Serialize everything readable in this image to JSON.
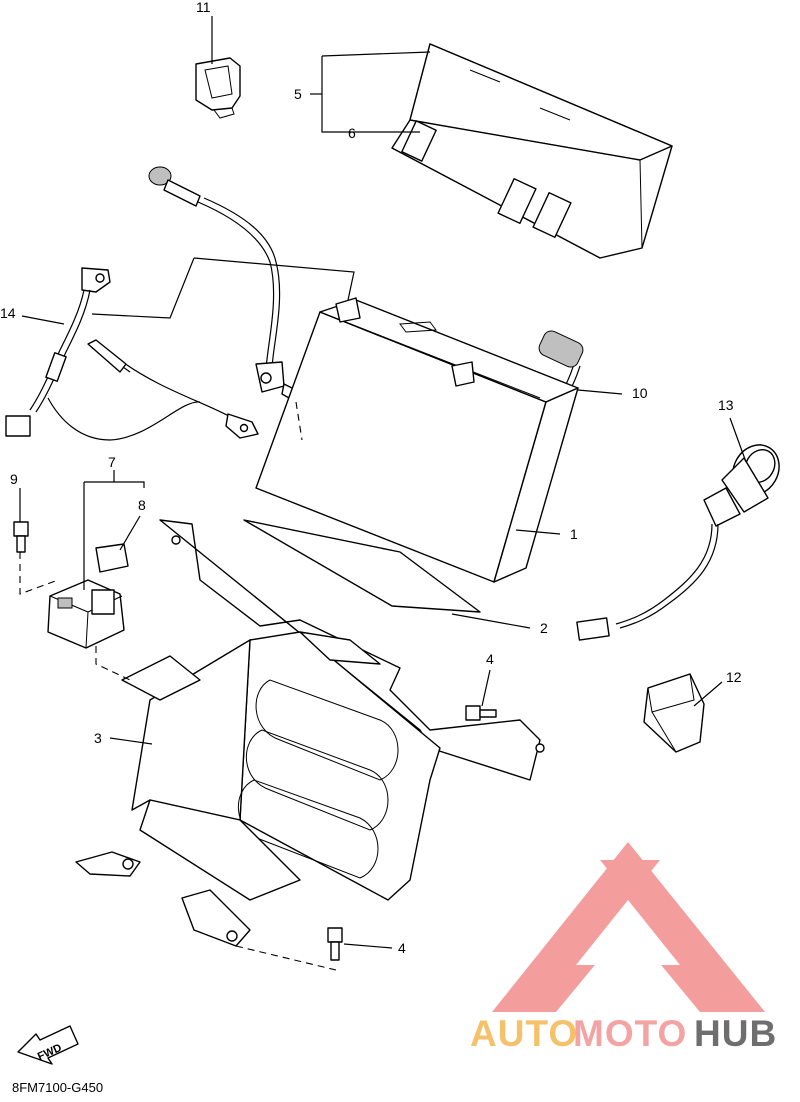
{
  "diagram": {
    "code": "8FM7100-G450",
    "fwd_label": "FWD",
    "callouts": {
      "c1": "1",
      "c2": "2",
      "c3": "3",
      "c4a": "4",
      "c4b": "4",
      "c5": "5",
      "c6": "6",
      "c7": "7",
      "c8": "8",
      "c9": "9",
      "c10": "10",
      "c11": "11",
      "c12": "12",
      "c13": "13",
      "c14": "14"
    }
  },
  "watermark": {
    "part1": "AUTO",
    "part2": "MOTO",
    "part3": "HUB",
    "colors": {
      "auto": "#f5c26b",
      "moto": "#f4a3a3",
      "hub": "#6e6e6e",
      "logo": "#f28c8c"
    }
  }
}
